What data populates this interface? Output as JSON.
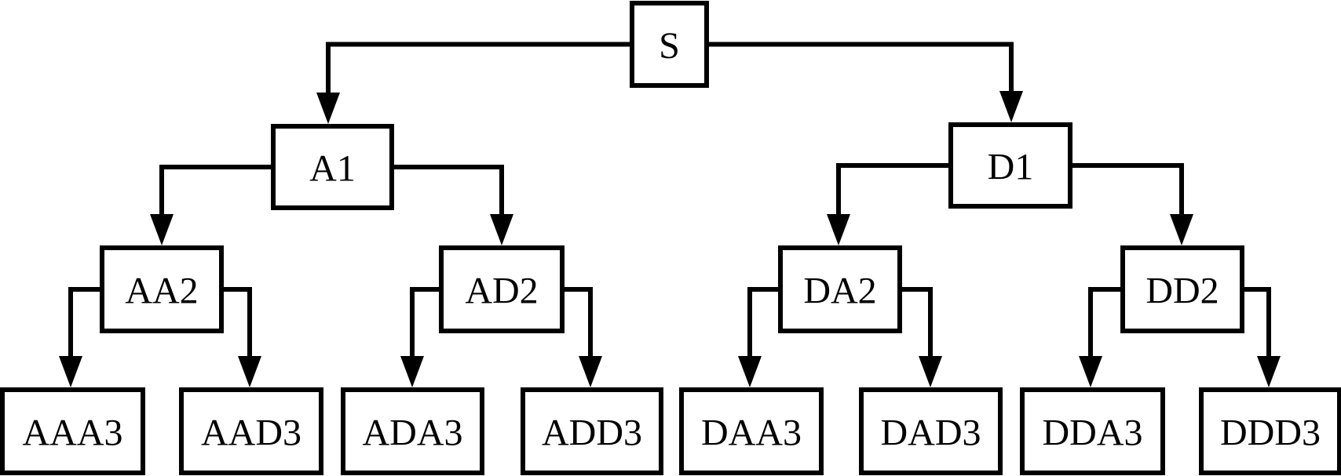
{
  "diagram": {
    "type": "binary-tree",
    "root": "S",
    "colors": {
      "stroke": "#000000",
      "fill": "#ffffff",
      "text": "#000000"
    },
    "nodes": [
      {
        "id": "S",
        "label": "S",
        "level": 0
      },
      {
        "id": "A1",
        "label": "A1",
        "level": 1
      },
      {
        "id": "D1",
        "label": "D1",
        "level": 1
      },
      {
        "id": "AA2",
        "label": "AA2",
        "level": 2
      },
      {
        "id": "AD2",
        "label": "AD2",
        "level": 2
      },
      {
        "id": "DA2",
        "label": "DA2",
        "level": 2
      },
      {
        "id": "DD2",
        "label": "DD2",
        "level": 2
      },
      {
        "id": "AAA3",
        "label": "AAA3",
        "level": 3
      },
      {
        "id": "AAD3",
        "label": "AAD3",
        "level": 3
      },
      {
        "id": "ADA3",
        "label": "ADA3",
        "level": 3
      },
      {
        "id": "ADD3",
        "label": "ADD3",
        "level": 3
      },
      {
        "id": "DAA3",
        "label": "DAA3",
        "level": 3
      },
      {
        "id": "DAD3",
        "label": "DAD3",
        "level": 3
      },
      {
        "id": "DDA3",
        "label": "DDA3",
        "level": 3
      },
      {
        "id": "DDD3",
        "label": "DDD3",
        "level": 3
      }
    ],
    "edges": [
      {
        "from": "S",
        "to": "A1"
      },
      {
        "from": "S",
        "to": "D1"
      },
      {
        "from": "A1",
        "to": "AA2"
      },
      {
        "from": "A1",
        "to": "AD2"
      },
      {
        "from": "D1",
        "to": "DA2"
      },
      {
        "from": "D1",
        "to": "DD2"
      },
      {
        "from": "AA2",
        "to": "AAA3"
      },
      {
        "from": "AA2",
        "to": "AAD3"
      },
      {
        "from": "AD2",
        "to": "ADA3"
      },
      {
        "from": "AD2",
        "to": "ADD3"
      },
      {
        "from": "DA2",
        "to": "DAA3"
      },
      {
        "from": "DA2",
        "to": "DAD3"
      },
      {
        "from": "DD2",
        "to": "DDA3"
      },
      {
        "from": "DD2",
        "to": "DDD3"
      }
    ]
  }
}
